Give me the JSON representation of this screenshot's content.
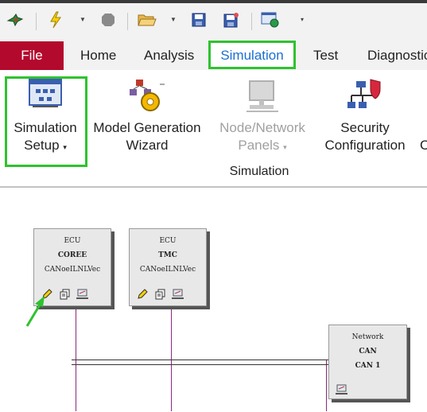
{
  "ribbon": {
    "tabs": {
      "file": "File",
      "home": "Home",
      "analysis": "Analysis",
      "simulation": "Simulation",
      "test": "Test",
      "diagnostics": "Diagnostic"
    },
    "buttons": {
      "setup_line1": "Simulation",
      "setup_line2": "Setup",
      "model_line1": "Model Generation",
      "model_line2": "Wizard",
      "panels_line1": "Node/Network",
      "panels_line2": "Panels",
      "security_line1": "Security",
      "security_line2": "Configuration",
      "cut": "C"
    },
    "group_label": "Simulation"
  },
  "canvas": {
    "nodes": [
      {
        "type": "ECU",
        "name": "COREE",
        "bus": "CANoeILNLVec"
      },
      {
        "type": "ECU",
        "name": "TMC",
        "bus": "CANoeILNLVec"
      }
    ],
    "network": {
      "type": "Network",
      "name": "CAN",
      "channel": "CAN 1"
    }
  },
  "colors": {
    "file_tab": "#b3092c",
    "highlight": "#2fc22f",
    "active_tab_text": "#1a6fd1",
    "node_bg": "#e8e8e8",
    "node_line": "#8a2a7a"
  }
}
